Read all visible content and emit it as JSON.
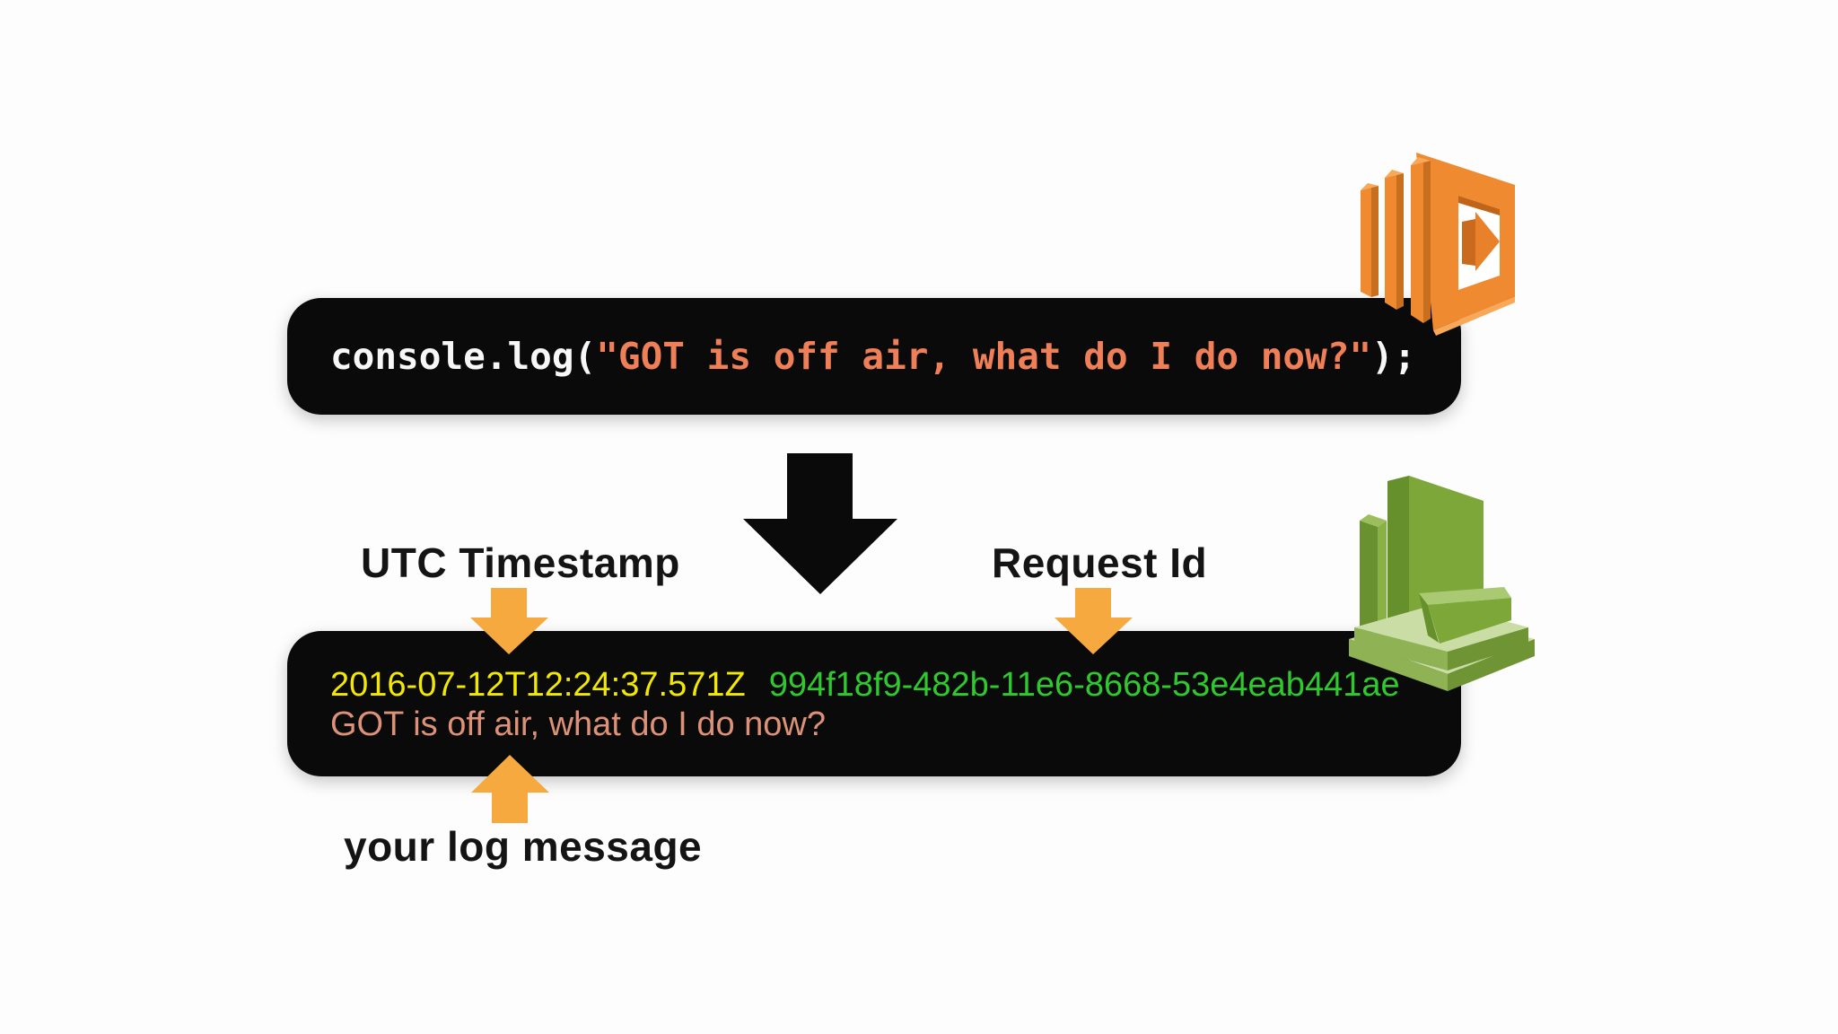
{
  "canvas": {
    "background_color": "#fdfdfd"
  },
  "code_box": {
    "background_color": "#0a0a0a",
    "prefix": "console.log(",
    "string_literal": "\"GOT is off air, what do I do now?\"",
    "suffix": ");",
    "code_color": "#f7f7f7",
    "string_color": "#ee7f56"
  },
  "log_box": {
    "background_color": "#0a0a0a",
    "timestamp": "2016-07-12T12:24:37.571Z",
    "timestamp_color": "#f3e800",
    "request_id": "994f18f9-482b-11e6-8668-53e4eab441ae",
    "request_id_color": "#2fc92f",
    "message": "GOT is off air, what do I do now?",
    "message_color": "#dd9278"
  },
  "annotations": {
    "utc_timestamp_label": "UTC Timestamp",
    "request_id_label": "Request Id",
    "log_message_label": "your log message",
    "label_color": "#141414",
    "pointer_arrow_color": "#F5A93E"
  },
  "flow_arrow": {
    "color": "#0a0a0a"
  },
  "icons": {
    "lambda": {
      "name": "aws-lambda-icon",
      "primary_color": "#EF8A30",
      "shade_color": "#C86E1F",
      "highlight_color": "#F7A858"
    },
    "cloudwatch": {
      "name": "aws-cloudwatch-icon",
      "primary_color": "#7DA738",
      "dark_color": "#66902C",
      "light_color": "#C9DDA4"
    }
  }
}
